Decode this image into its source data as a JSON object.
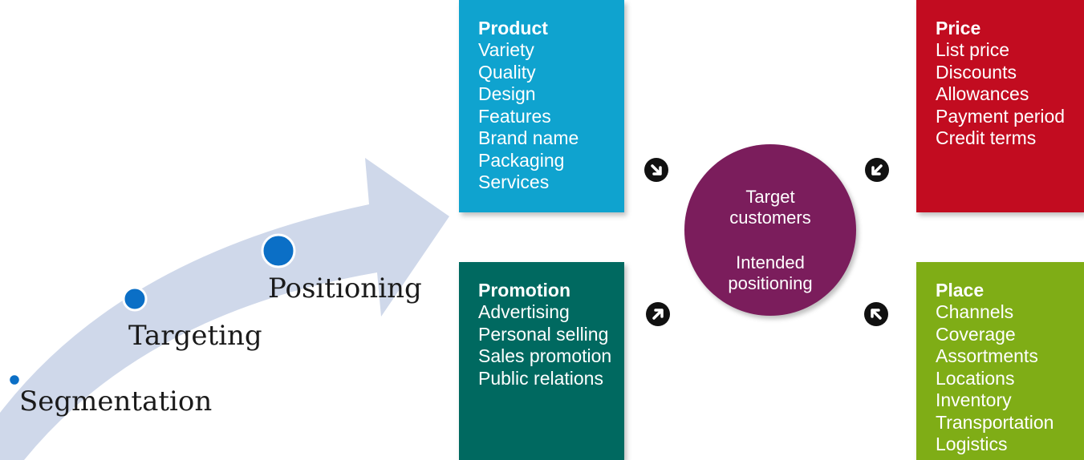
{
  "stp": {
    "segmentation": "Segmentation",
    "targeting": "Targeting",
    "positioning": "Positioning"
  },
  "marketing_mix": {
    "product": {
      "title": "Product",
      "items": [
        "Variety",
        "Quality",
        "Design",
        "Features",
        "Brand name",
        "Packaging",
        "Services"
      ],
      "color": "#0fa3cf"
    },
    "price": {
      "title": "Price",
      "items": [
        "List price",
        "Discounts",
        "Allowances",
        "Payment period",
        "Credit terms"
      ],
      "color": "#c20c20"
    },
    "promotion": {
      "title": "Promotion",
      "items": [
        "Advertising",
        "Personal selling",
        "Sales promotion",
        "Public relations"
      ],
      "color": "#006960"
    },
    "place": {
      "title": "Place",
      "items": [
        "Channels",
        "Coverage",
        "Assortments",
        "Locations",
        "Inventory",
        "Transportation",
        "Logistics"
      ],
      "color": "#7fad16"
    }
  },
  "center": {
    "line1": "Target",
    "line2": "customers",
    "line3": "Intended",
    "line4": "positioning",
    "color": "#7b1d5c"
  },
  "arrow_color": "#cfd8ea",
  "dot_color": "#0b6fc6"
}
